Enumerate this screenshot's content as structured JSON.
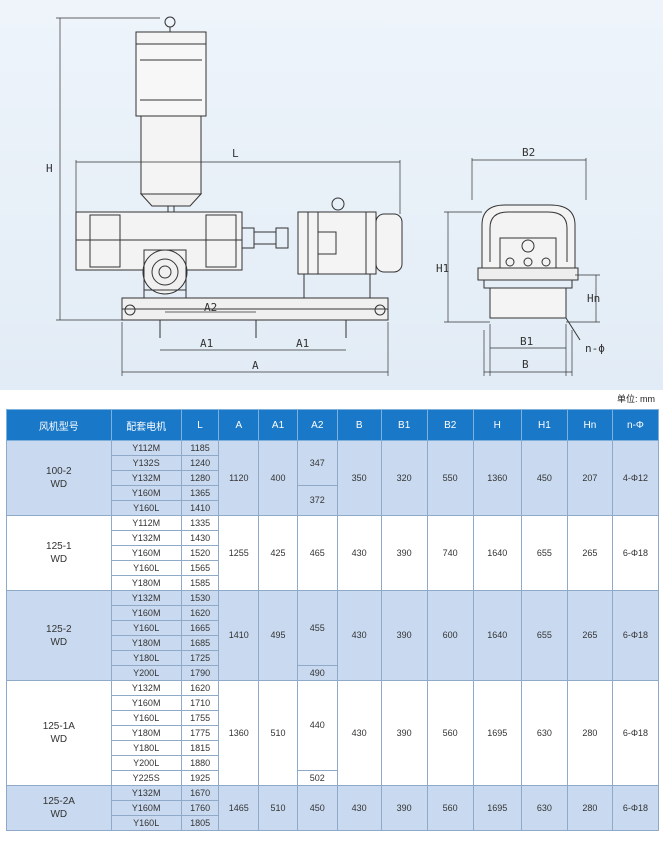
{
  "drawing": {
    "labels": {
      "H": "H",
      "L": "L",
      "A2": "A2",
      "A1_left": "A1",
      "A1_right": "A1",
      "A": "A",
      "B2": "B2",
      "H1": "H1",
      "Hn": "Hn",
      "B1": "B1",
      "B": "B",
      "n_phi": "n-ϕ"
    }
  },
  "unit_note": "单位: mm",
  "table": {
    "headers": [
      "风机型号",
      "配套电机",
      "L",
      "A",
      "A1",
      "A2",
      "B",
      "B1",
      "B2",
      "H",
      "H1",
      "Hn",
      "n-Φ"
    ],
    "groups": [
      {
        "model_line1": "100-2",
        "model_line2": "WD",
        "motors": [
          "Y112M",
          "Y132S",
          "Y132M",
          "Y160M",
          "Y160L"
        ],
        "L": [
          "1185",
          "1240",
          "1280",
          "1365",
          "1410"
        ],
        "A": "1120",
        "A1": "400",
        "A2": [
          "347",
          "372"
        ],
        "B": "350",
        "B1": "320",
        "B2": "550",
        "H": "1360",
        "H1": "450",
        "Hn": "207",
        "nphi": "4-Φ12"
      },
      {
        "model_line1": "125-1",
        "model_line2": "WD",
        "motors": [
          "Y112M",
          "Y132M",
          "Y160M",
          "Y160L",
          "Y180M"
        ],
        "L": [
          "1335",
          "1430",
          "1520",
          "1565",
          "1585"
        ],
        "A": "1255",
        "A1": "425",
        "A2": [
          "465"
        ],
        "B": "430",
        "B1": "390",
        "B2": "740",
        "H": "1640",
        "H1": "655",
        "Hn": "265",
        "nphi": "6-Φ18"
      },
      {
        "model_line1": "125-2",
        "model_line2": "WD",
        "motors": [
          "Y132M",
          "Y160M",
          "Y160L",
          "Y180M",
          "Y180L",
          "Y200L"
        ],
        "L": [
          "1530",
          "1620",
          "1665",
          "1685",
          "1725",
          "1790"
        ],
        "A": "1410",
        "A1": "495",
        "A2": [
          "455",
          "490"
        ],
        "B": "430",
        "B1": "390",
        "B2": "600",
        "H": "1640",
        "H1": "655",
        "Hn": "265",
        "nphi": "6-Φ18"
      },
      {
        "model_line1": "125-1A",
        "model_line2": "WD",
        "motors": [
          "Y132M",
          "Y160M",
          "Y160L",
          "Y180M",
          "Y180L",
          "Y200L",
          "Y225S"
        ],
        "L": [
          "1620",
          "1710",
          "1755",
          "1775",
          "1815",
          "1880",
          "1925"
        ],
        "A": "1360",
        "A1": "510",
        "A2": [
          "440",
          "502"
        ],
        "B": "430",
        "B1": "390",
        "B2": "560",
        "H": "1695",
        "H1": "630",
        "Hn": "280",
        "nphi": "6-Φ18"
      },
      {
        "model_line1": "125-2A",
        "model_line2": "WD",
        "motors": [
          "Y132M",
          "Y160M",
          "Y160L"
        ],
        "L": [
          "1670",
          "1760",
          "1805"
        ],
        "A": "1465",
        "A1": "510",
        "A2": [
          "450"
        ],
        "B": "430",
        "B1": "390",
        "B2": "560",
        "H": "1695",
        "H1": "630",
        "Hn": "280",
        "nphi": "6-Φ18"
      }
    ]
  }
}
